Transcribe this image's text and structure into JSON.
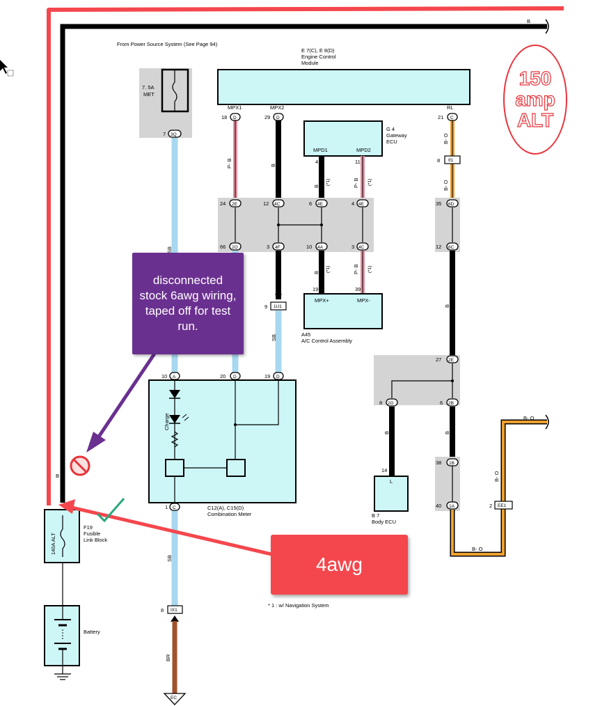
{
  "source_note": "From Power Source System (See Page 94)",
  "engine_module": {
    "id": "E 7(C), E 8(D)",
    "name1": "Engine Control",
    "name2": "Module",
    "pin_mpx1": "MPX1",
    "pin_mpx2": "MPX2",
    "pin_rl": "RL"
  },
  "gateway": {
    "id": "G 4",
    "name1": "Gateway",
    "name2": "ECU",
    "pin_mpd1": "MPD1",
    "pin_mpd2": "MPD2"
  },
  "ac_assembly": {
    "id": "A45",
    "name": "A/C Control Assembly",
    "pin_mpxp": "MPX+",
    "pin_mpxm": "MPX-"
  },
  "combo_meter": {
    "id": "C12(A), C15(D)",
    "name": "Combination Meter",
    "charge": "Charge"
  },
  "body_ecu": {
    "id": "B 7",
    "name": "Body ECU",
    "pin": "L"
  },
  "fuse_met": {
    "rating": "7. 5A",
    "name": "MET"
  },
  "fusible": {
    "id": "F19",
    "name1": "Fusible",
    "name2": "Link Block",
    "rating": "140A ALT"
  },
  "battery": {
    "name": "Battery"
  },
  "footnote": "* 1 : w/ Navigation System",
  "wire_labels": {
    "b_top": "B",
    "b_left": "B",
    "pb": "P- B",
    "b": "B",
    "bo": "B- O",
    "sb": "SB",
    "br": "BR",
    "star1": "(*1)"
  },
  "connectors": {
    "c3q": "3Q",
    "c2e": "2E",
    "c2o": "2O",
    "c4c": "4C",
    "c4e": "4E",
    "c4e2": "4E",
    "c4f": "4F",
    "c4a": "4A",
    "c4c2": "4C",
    "c6d": "6D",
    "c6c": "6C",
    "cif1": "If1",
    "c1u1": "1U1",
    "c2e2": "2E",
    "c2g": "2G",
    "c2b": "2B",
    "c1b": "1B",
    "c1a": "1A",
    "cee1": "EE1",
    "cix1": "IX1",
    "cec": "EC",
    "ca": "A",
    "cd": "D",
    "cd2": "D",
    "cc": "C",
    "cmpx1": "D",
    "cmpx2": "D",
    "crl": "C"
  },
  "pins": {
    "p18": "18",
    "p29": "29",
    "p21": "21",
    "p7": "7",
    "p4": "4",
    "p11": "11",
    "p8": "8",
    "p24": "24",
    "p12a": "12",
    "p6": "6",
    "p4b": "4",
    "p35": "35",
    "p66": "66",
    "p3a": "3",
    "p10": "10",
    "p3b": "3",
    "p12b": "12",
    "p9": "9",
    "p19a": "19",
    "p39": "39",
    "p27": "27",
    "p10b": "10",
    "p20": "20",
    "p19b": "19",
    "p8b": "8",
    "p6b": "6",
    "p14": "14",
    "p38": "38",
    "p40": "40",
    "p2": "2",
    "p1": "1",
    "p8c": "8"
  },
  "annotations": {
    "alt_line1": "150",
    "alt_line2": "amp",
    "alt_line3": "ALT",
    "disconnected": "disconnected stock 6awg wiring, taped off for test run.",
    "awg": "4awg"
  },
  "colors": {
    "red": "#f4474d",
    "purple": "#6a3090",
    "lightblue": "#a8d8ef",
    "pink": "#e88fa0",
    "orange": "#f0a030",
    "brown": "#a0522d",
    "cyan_box": "#cdf6f7"
  }
}
